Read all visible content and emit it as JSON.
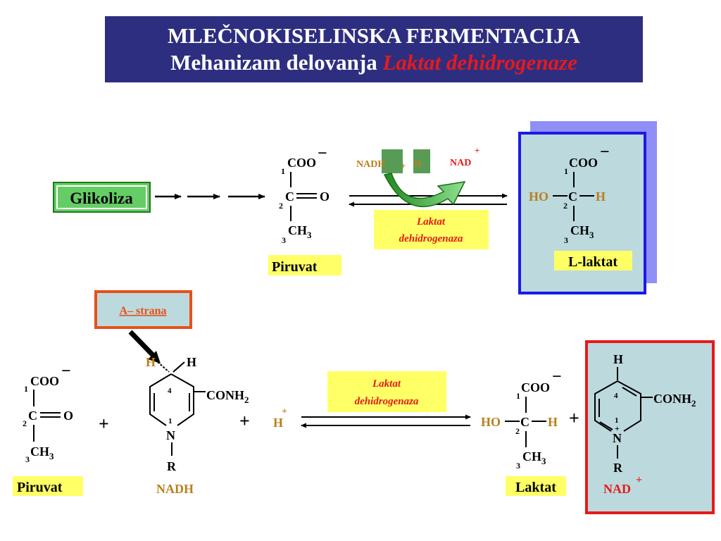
{
  "title": {
    "line1": "MLEČNOKISELINSKA  FERMENTACIJA",
    "line2_prefix": "Mehanizam  delovanja ",
    "line2_enzyme": "Laktat dehidrogenaze"
  },
  "top": {
    "glikoliza": "Glikoliza",
    "piruvat_label": "Piruvat",
    "laktat_label": "L-laktat",
    "enzyme_line1": "Laktat",
    "enzyme_line2": "dehidrogenaza",
    "nadh": "NADH",
    "plus": "+",
    "h": "H",
    "nad": "NAD"
  },
  "chem": {
    "coo": "COO",
    "minus": "−",
    "c": "C",
    "o": "O",
    "ch3": "CH",
    "sub3": "3",
    "ho": "HO",
    "h": "H",
    "n": "N",
    "r": "R",
    "conh2": "CONH",
    "sub2": "2",
    "num1": "1",
    "num2": "2",
    "num3": "3",
    "num4": "4",
    "plus": "+"
  },
  "bottom": {
    "a_strana_a": "A",
    "a_strana_rest": "– strana",
    "piruvat_label": "Piruvat",
    "laktat_label": "Laktat",
    "nadh_label": "NADH",
    "nad_label": "NAD",
    "enzyme_line1": "Laktat",
    "enzyme_line2": "dehidrogenaza",
    "plus": "+",
    "h": "H"
  },
  "colors": {
    "title_bg": "#2e2e80",
    "enzyme_red": "#e51a1a",
    "yellow_box": "#ffff66",
    "green_box": "#66cc66",
    "lightblue_box": "#bcd9dd",
    "blue_shadow": "#8f8ff7",
    "blue_border": "#1a1ae6",
    "orange_border": "#e6501a",
    "red_border": "#e61a1a",
    "nad_red": "#e61a1a",
    "nadh_brown": "#b8801a",
    "arrow_green": "#3aa63a"
  }
}
